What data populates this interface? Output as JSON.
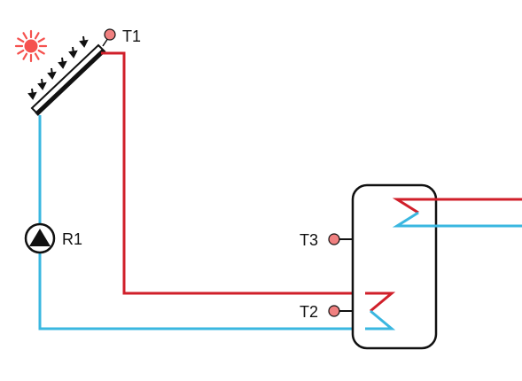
{
  "labels": {
    "collector_sensor": "T1",
    "pump": "R1",
    "tank_top_sensor": "T3",
    "tank_bottom_sensor": "T2"
  },
  "colors": {
    "hot_pipe": "#d01f2a",
    "cold_pipe": "#3ab7e0",
    "sensor": "#f08080",
    "sun": "#f5524f",
    "outline": "#111111"
  },
  "icons": {
    "sun": "sun-icon",
    "collector": "solar-collector-icon",
    "pump": "pump-icon",
    "sensor": "temperature-sensor-icon",
    "tank": "storage-tank-icon"
  }
}
